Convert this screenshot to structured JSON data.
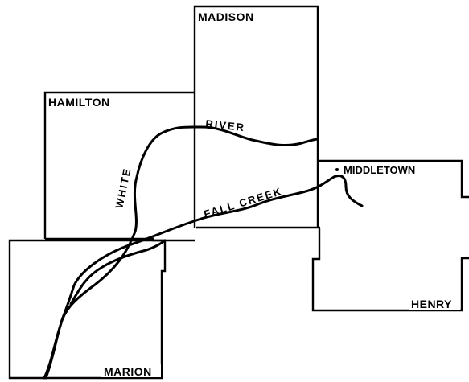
{
  "counties": {
    "madison": "MADISON",
    "hamilton": "HAMILTON",
    "henry": "HENRY",
    "marion": "MARION"
  },
  "rivers": {
    "river": "RIVER",
    "white": "WHITE",
    "fall_creek": "FALL CREEK"
  },
  "town": {
    "middletown": "MIDDLETOWN"
  },
  "colors": {
    "line": "#000000",
    "background": "#ffffff"
  }
}
